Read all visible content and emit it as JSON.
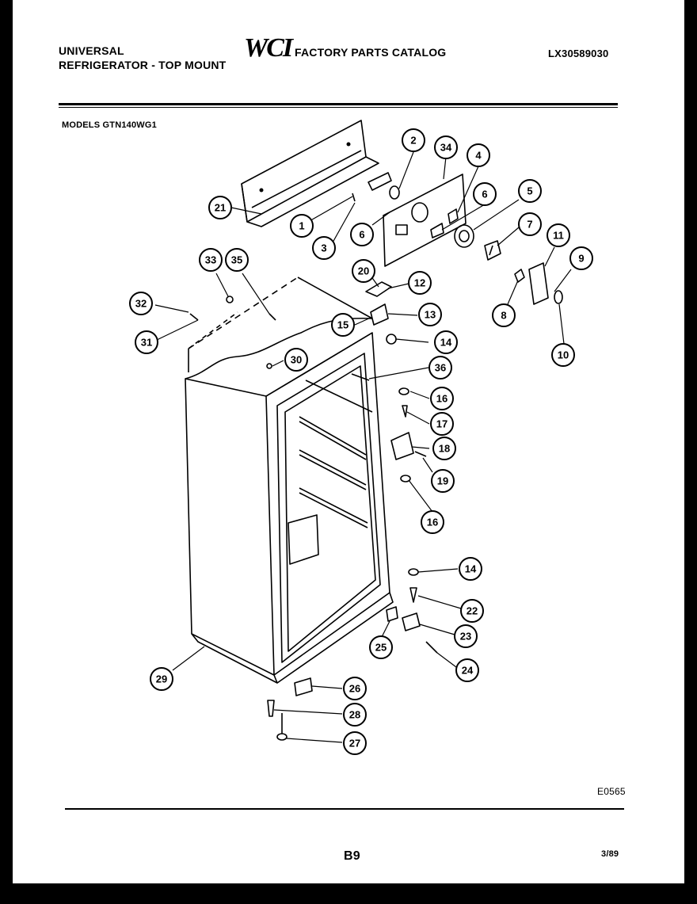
{
  "header": {
    "brand_line1": "UNIVERSAL",
    "brand_line2": "REFRIGERATOR - TOP MOUNT",
    "logo": "WCI",
    "catalog_title": "FACTORY PARTS CATALOG",
    "catalog_number": "LX30589030"
  },
  "models_label": "MODELS GTN140WG1",
  "diagram_id": "E0565",
  "footer": {
    "page": "B9",
    "date": "3/89"
  },
  "callouts": [
    {
      "id": "c1",
      "label": "1"
    },
    {
      "id": "c2",
      "label": "2"
    },
    {
      "id": "c3",
      "label": "3"
    },
    {
      "id": "c4",
      "label": "4"
    },
    {
      "id": "c5",
      "label": "5"
    },
    {
      "id": "c6a",
      "label": "6"
    },
    {
      "id": "c6b",
      "label": "6"
    },
    {
      "id": "c7",
      "label": "7"
    },
    {
      "id": "c8",
      "label": "8"
    },
    {
      "id": "c9",
      "label": "9"
    },
    {
      "id": "c10",
      "label": "10"
    },
    {
      "id": "c11",
      "label": "11"
    },
    {
      "id": "c12",
      "label": "12"
    },
    {
      "id": "c13",
      "label": "13"
    },
    {
      "id": "c14a",
      "label": "14"
    },
    {
      "id": "c14b",
      "label": "14"
    },
    {
      "id": "c15",
      "label": "15"
    },
    {
      "id": "c16a",
      "label": "16"
    },
    {
      "id": "c16b",
      "label": "16"
    },
    {
      "id": "c17",
      "label": "17"
    },
    {
      "id": "c18",
      "label": "18"
    },
    {
      "id": "c19",
      "label": "19"
    },
    {
      "id": "c20",
      "label": "20"
    },
    {
      "id": "c21",
      "label": "21"
    },
    {
      "id": "c22",
      "label": "22"
    },
    {
      "id": "c23",
      "label": "23"
    },
    {
      "id": "c24",
      "label": "24"
    },
    {
      "id": "c25",
      "label": "25"
    },
    {
      "id": "c26",
      "label": "26"
    },
    {
      "id": "c27",
      "label": "27"
    },
    {
      "id": "c28",
      "label": "28"
    },
    {
      "id": "c29",
      "label": "29"
    },
    {
      "id": "c30",
      "label": "30"
    },
    {
      "id": "c31",
      "label": "31"
    },
    {
      "id": "c32",
      "label": "32"
    },
    {
      "id": "c33",
      "label": "33"
    },
    {
      "id": "c34",
      "label": "34"
    },
    {
      "id": "c35",
      "label": "35"
    },
    {
      "id": "c36",
      "label": "36"
    }
  ]
}
